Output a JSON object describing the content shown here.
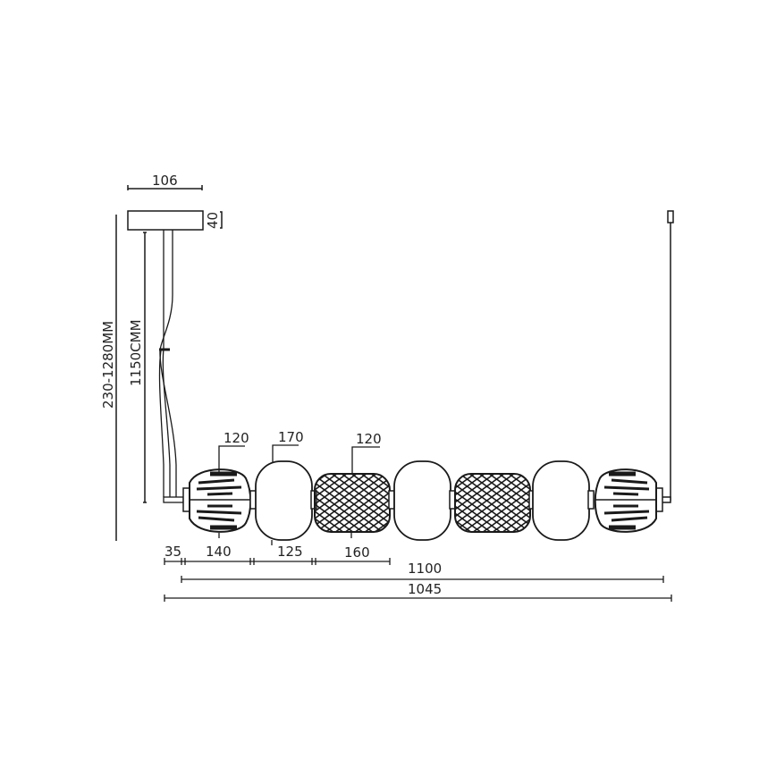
{
  "diagram": {
    "type": "pendant-lamp-dimension-drawing",
    "colors": {
      "line": "#1a1a1a",
      "background": "#ffffff",
      "fill": "#ffffff"
    },
    "dimensions": {
      "canopy_width": "106",
      "canopy_height": "40",
      "total_height_range": "230-1280MM",
      "cable_length": "1150CMM",
      "shade_ribbed_diameter": "120",
      "globe_height": "170",
      "shade_mesh_diameter": "120",
      "end_offset": "35",
      "ribbed_length": "140",
      "globe_width": "125",
      "mesh_length": "160",
      "overall_length": "1100",
      "body_length": "1045"
    },
    "elements": [
      {
        "id": "canopy",
        "label": "ceiling canopy"
      },
      {
        "id": "suspension-cables-left",
        "label": "twisted suspension cables"
      },
      {
        "id": "suspension-cable-right",
        "label": "right suspension cable"
      },
      {
        "id": "ribbed-shade-left",
        "label": "ribbed glass shade"
      },
      {
        "id": "globe-1",
        "label": "opal globe"
      },
      {
        "id": "mesh-shade-1",
        "label": "mesh glass shade"
      },
      {
        "id": "globe-2",
        "label": "opal globe"
      },
      {
        "id": "mesh-shade-2",
        "label": "mesh glass shade"
      },
      {
        "id": "globe-3",
        "label": "opal globe"
      },
      {
        "id": "ribbed-shade-right",
        "label": "ribbed glass shade"
      }
    ]
  }
}
